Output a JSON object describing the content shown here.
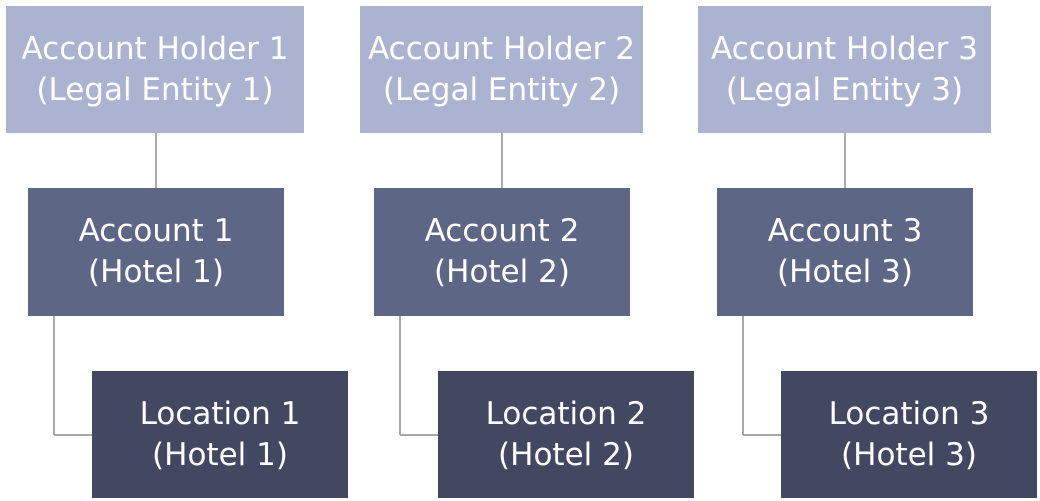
{
  "columns": [
    {
      "holder": {
        "line1": "Account Holder 1",
        "line2": "(Legal Entity 1)"
      },
      "account": {
        "line1": "Account 1",
        "line2": "(Hotel 1)"
      },
      "location": {
        "line1": "Location 1",
        "line2": "(Hotel 1)"
      }
    },
    {
      "holder": {
        "line1": "Account Holder 2",
        "line2": "(Legal Entity 2)"
      },
      "account": {
        "line1": "Account 2",
        "line2": "(Hotel 2)"
      },
      "location": {
        "line1": "Location 2",
        "line2": "(Hotel 2)"
      }
    },
    {
      "holder": {
        "line1": "Account Holder 3",
        "line2": "(Legal Entity 3)"
      },
      "account": {
        "line1": "Account 3",
        "line2": "(Hotel 3)"
      },
      "location": {
        "line1": "Location 3",
        "line2": "(Hotel 3)"
      }
    }
  ],
  "colors": {
    "holder": "#abb3d1",
    "account": "#5e6686",
    "location": "#424862",
    "connector": "#8c8c8c",
    "text": "#ffffff"
  }
}
